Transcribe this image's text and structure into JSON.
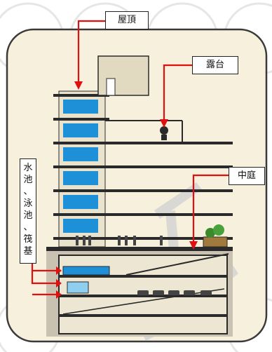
{
  "labels": {
    "roof": "屋頂",
    "terrace": "露台",
    "courtyard": "中庭",
    "pools_foundation": [
      "水",
      "池",
      "、",
      "泳",
      "池",
      "、",
      "筏",
      "基"
    ]
  },
  "colors": {
    "leader_line": "#e01010",
    "frame_bg": "#f6f0dc",
    "floor_slab": "#2a2a2a",
    "window_blue": "#1e90d8",
    "ground": "#c9c2b2",
    "watermark": "#cfcfcf"
  },
  "icons": {
    "terrace_plant": "potted-plant-icon",
    "courtyard_plant": "planter-icon",
    "pool": "pool-icon",
    "car": "car-icon",
    "person": "person-icon"
  }
}
